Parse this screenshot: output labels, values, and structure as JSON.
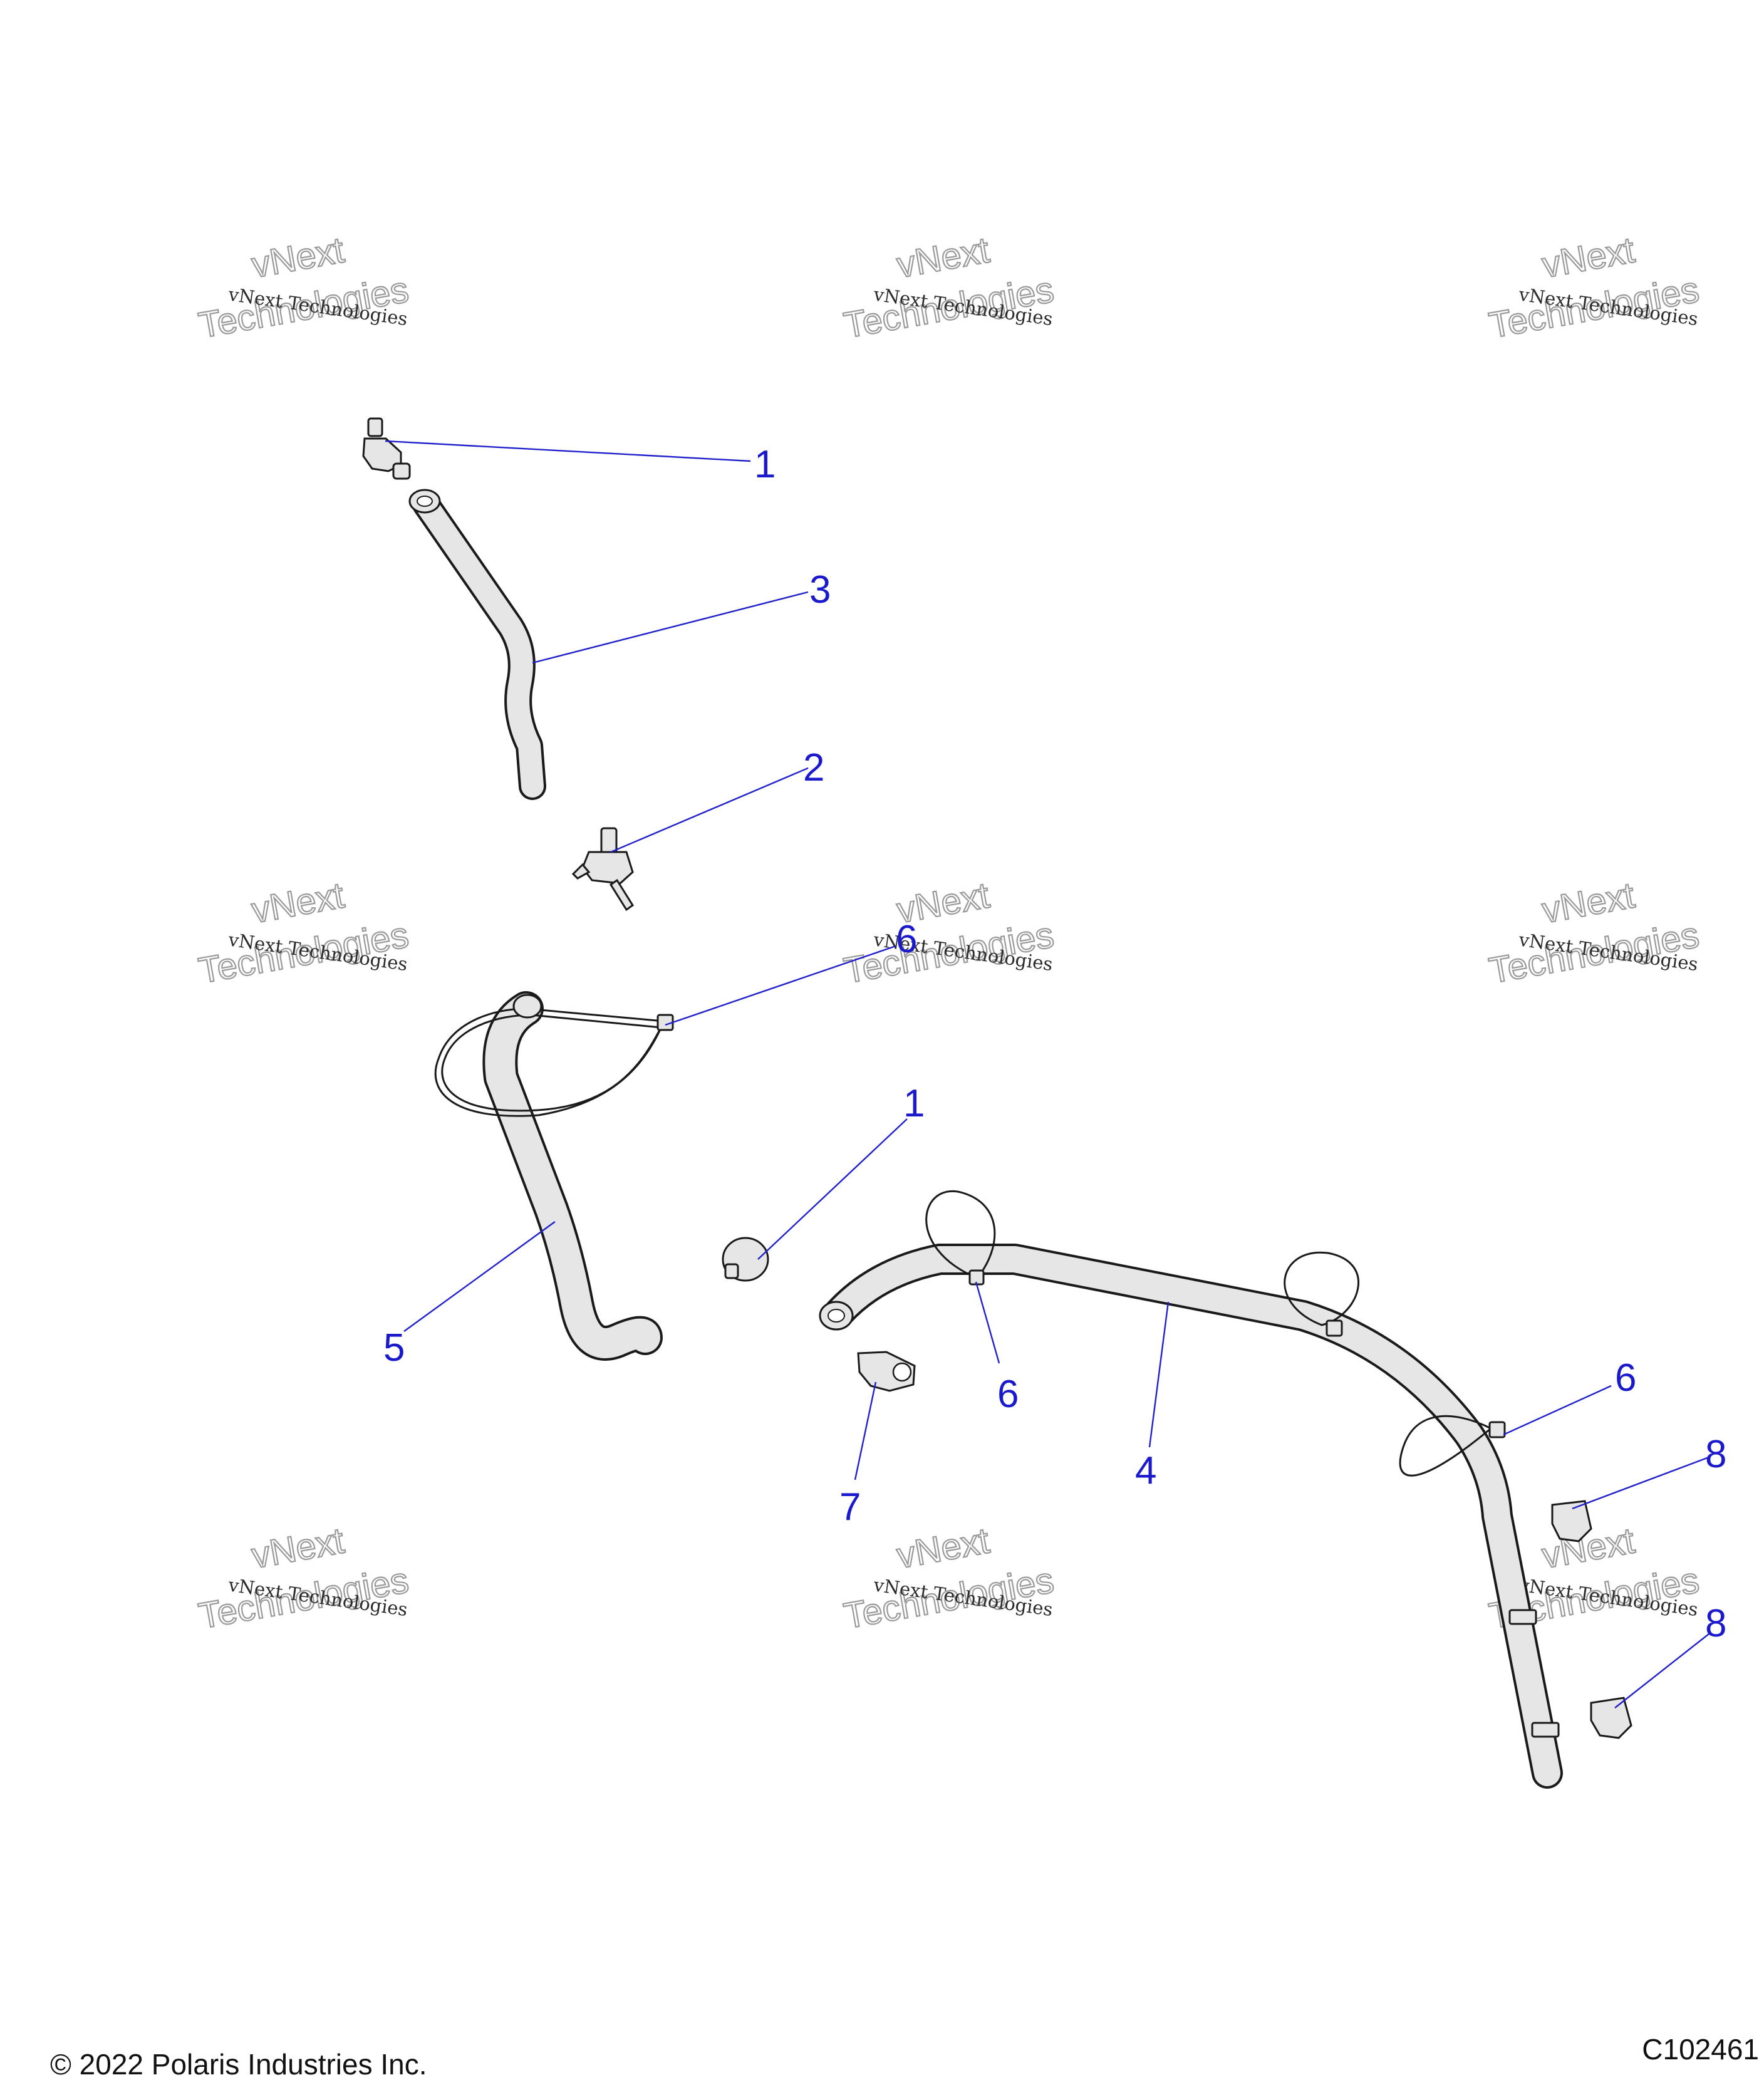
{
  "watermark": {
    "line1": "vNext Technologies",
    "line2_a": "vNext",
    "line2_b": "Technologies"
  },
  "callouts": [
    "1",
    "3",
    "2",
    "6",
    "1",
    "5",
    "6",
    "4",
    "6",
    "7",
    "8",
    "8"
  ],
  "footer": {
    "copyright": "© 2022 Polaris Industries Inc.",
    "figure_code": "C102461"
  }
}
